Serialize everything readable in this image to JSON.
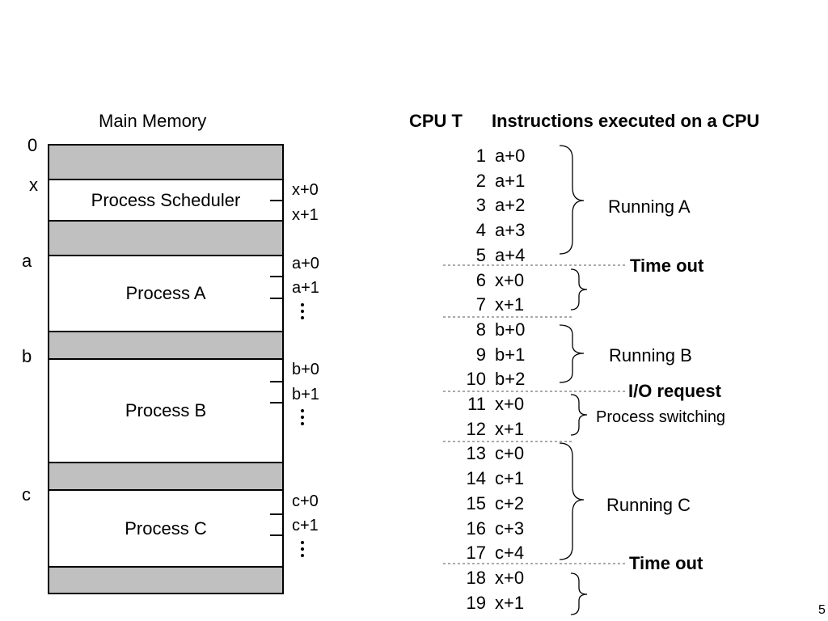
{
  "memory": {
    "title": "Main Memory",
    "addresses": [
      "0",
      "x",
      "a",
      "b",
      "c"
    ],
    "blocks": [
      "Process Scheduler",
      "Process A",
      "Process B",
      "Process C"
    ],
    "offsets": {
      "scheduler": [
        "x+0",
        "x+1"
      ],
      "a": [
        "a+0",
        "a+1"
      ],
      "b": [
        "b+0",
        "b+1"
      ],
      "c": [
        "c+0",
        "c+1"
      ]
    }
  },
  "cpu": {
    "col_time": "CPU T",
    "col_instr": "Instructions executed on a CPU",
    "rows": [
      {
        "t": "1",
        "i": "a+0"
      },
      {
        "t": "2",
        "i": "a+1"
      },
      {
        "t": "3",
        "i": "a+2"
      },
      {
        "t": "4",
        "i": "a+3"
      },
      {
        "t": "5",
        "i": "a+4"
      },
      {
        "t": "6",
        "i": "x+0"
      },
      {
        "t": "7",
        "i": "x+1"
      },
      {
        "t": "8",
        "i": "b+0"
      },
      {
        "t": "9",
        "i": "b+1"
      },
      {
        "t": "10",
        "i": "b+2"
      },
      {
        "t": "11",
        "i": "x+0"
      },
      {
        "t": "12",
        "i": "x+1"
      },
      {
        "t": "13",
        "i": "c+0"
      },
      {
        "t": "14",
        "i": "c+1"
      },
      {
        "t": "15",
        "i": "c+2"
      },
      {
        "t": "16",
        "i": "c+3"
      },
      {
        "t": "17",
        "i": "c+4"
      },
      {
        "t": "18",
        "i": "x+0"
      },
      {
        "t": "19",
        "i": "x+1"
      }
    ],
    "labels": {
      "running_a": "Running A",
      "time_out_1": "Time out",
      "running_b": "Running B",
      "io_request": "I/O request",
      "process_switching": "Process switching",
      "running_c": "Running C",
      "time_out_2": "Time out"
    }
  },
  "page_number": "5"
}
